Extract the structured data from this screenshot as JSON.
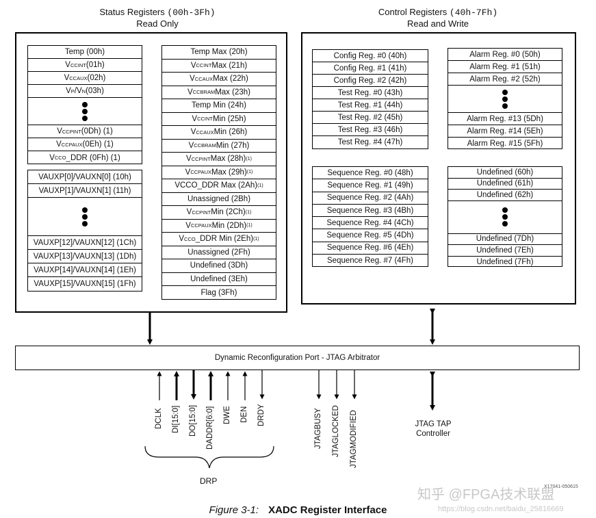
{
  "status": {
    "title": "Status Registers",
    "range": "(00h-3Fh)",
    "subtitle": "Read Only",
    "col1_group1": [
      {
        "pre": "Temp (00h)"
      },
      {
        "pre": "V",
        "sub": "CCINT",
        "post": " (01h)"
      },
      {
        "pre": "V",
        "sub": "CCAUX",
        "post": " (02h)"
      },
      {
        "pre": "V",
        "sub": "P",
        "post": "/V",
        "sub2": "N",
        "post2": " (03h)"
      },
      {
        "dots": true
      },
      {
        "pre": "V",
        "sub": "CCPINT",
        "post": " (0Dh) (1)"
      },
      {
        "pre": "V",
        "sub": "CCPAUX",
        "post": " (0Eh) (1)"
      },
      {
        "pre": "V",
        "sub": "CCO",
        "post": "_DDR (0Fh) (1)"
      }
    ],
    "col1_group2": [
      {
        "pre": "VAUXP[0]/VAUXN[0] (10h)"
      },
      {
        "pre": "VAUXP[1]/VAUXN[1] (11h)"
      },
      {
        "dots": true
      },
      {
        "pre": "VAUXP[12]/VAUXN[12] (1Ch)"
      },
      {
        "pre": "VAUXP[13]/VAUXN[13] (1Dh)"
      },
      {
        "pre": "VAUXP[14]/VAUXN[14] (1Eh)"
      },
      {
        "pre": "VAUXP[15]/VAUXN[15] (1Fh)"
      }
    ],
    "col2": [
      {
        "pre": "Temp Max  (20h)"
      },
      {
        "pre": "V",
        "sub": "CCINT",
        "post": " Max  (21h)"
      },
      {
        "pre": "V",
        "sub": "CCAUX",
        "post": " Max  (22h)"
      },
      {
        "pre": "V",
        "sub": "CCBRAM",
        "post": " Max  (23h)"
      },
      {
        "pre": "Temp Min  (24h)"
      },
      {
        "pre": "V",
        "sub": "CCINT",
        "post": " Min  (25h)"
      },
      {
        "pre": "V",
        "sub": "CCAUX",
        "post": " Min  (26h)"
      },
      {
        "pre": "V",
        "sub": "CCBRAM",
        "post": " Min  (27h)"
      },
      {
        "pre": "V",
        "sub": "CCPINT",
        "post": " Max  (28h)",
        "sup": "(1)"
      },
      {
        "pre": "V",
        "sub": "CCPAUX",
        "post": " Max  (29h)",
        "sup": "(1)"
      },
      {
        "pre": "VCCO_DDR Max (2Ah)",
        "sup": "(1)"
      },
      {
        "pre": "Unassigned  (2Bh)"
      },
      {
        "pre": "V",
        "sub": "CCPINT",
        "post": " Min  (2Ch)",
        "sup": "(1)"
      },
      {
        "pre": "V",
        "sub": "CCPAUX",
        "post": " Min  (2Dh)",
        "sup": "(1)"
      },
      {
        "pre": "V",
        "sub": "CCO",
        "post": "_DDR Min (2Eh)",
        "sup": "(1)"
      },
      {
        "pre": "Unassigned  (2Fh)"
      },
      {
        "pre": "Undefined  (3Dh)"
      },
      {
        "pre": "Undefined  (3Eh)"
      },
      {
        "pre": "Flag  (3Fh)"
      }
    ]
  },
  "control": {
    "title": "Control Registers",
    "range": "(40h-7Fh)",
    "subtitle": "Read and Write",
    "config": [
      "Config Reg. #0 (40h)",
      "Config Reg. #1 (41h)",
      "Config Reg. #2 (42h)",
      "Test Reg. #0 (43h)",
      "Test Reg. #1 (44h)",
      "Test Reg. #2 (45h)",
      "Test Reg. #3 (46h)",
      "Test Reg. #4 (47h)"
    ],
    "alarm": [
      "Alarm Reg. #0 (50h)",
      "Alarm Reg. #1 (51h)",
      "Alarm Reg. #2 (52h)",
      "",
      "Alarm Reg. #13 (5Dh)",
      "Alarm Reg. #14 (5Eh)",
      "Alarm Reg. #15 (5Fh)"
    ],
    "sequence": [
      "Sequence Reg. #0 (48h)",
      "Sequence Reg. #1 (49h)",
      "Sequence Reg. #2 (4Ah)",
      "Sequence Reg. #3 (4Bh)",
      "Sequence Reg. #4 (4Ch)",
      "Sequence Reg. #5 (4Dh)",
      "Sequence Reg. #6 (4Eh)",
      "Sequence Reg. #7 (4Fh)"
    ],
    "undefined": [
      "Undefined (60h)",
      "Undefined (61h)",
      "Undefined (62h)",
      "",
      "Undefined (7Dh)",
      "Undefined (7Eh)",
      "Undefined (7Fh)"
    ]
  },
  "arbitrator": "Dynamic Reconfiguration Port - JTAG Arbitrator",
  "signals": [
    "DCLK",
    "DI[15:0]",
    "DO[15:0]",
    "DADDR[6:0]",
    "DWE",
    "DEN",
    "DRDY",
    "JTAGBUSY",
    "JTAGLOCKED",
    "JTAGMODIFIED"
  ],
  "drp_label": "DRP",
  "jtag_tap": {
    "line1": "JTAG TAP",
    "line2": "Controller"
  },
  "caption": {
    "figure": "Figure 3-1:",
    "title": "XADC Register Interface"
  },
  "watermark": {
    "line1": "知乎 @FPGA技术联盟",
    "line2": "https://blog.csdn.net/baidu_25816669",
    "doc_id": "X17041-050615"
  }
}
